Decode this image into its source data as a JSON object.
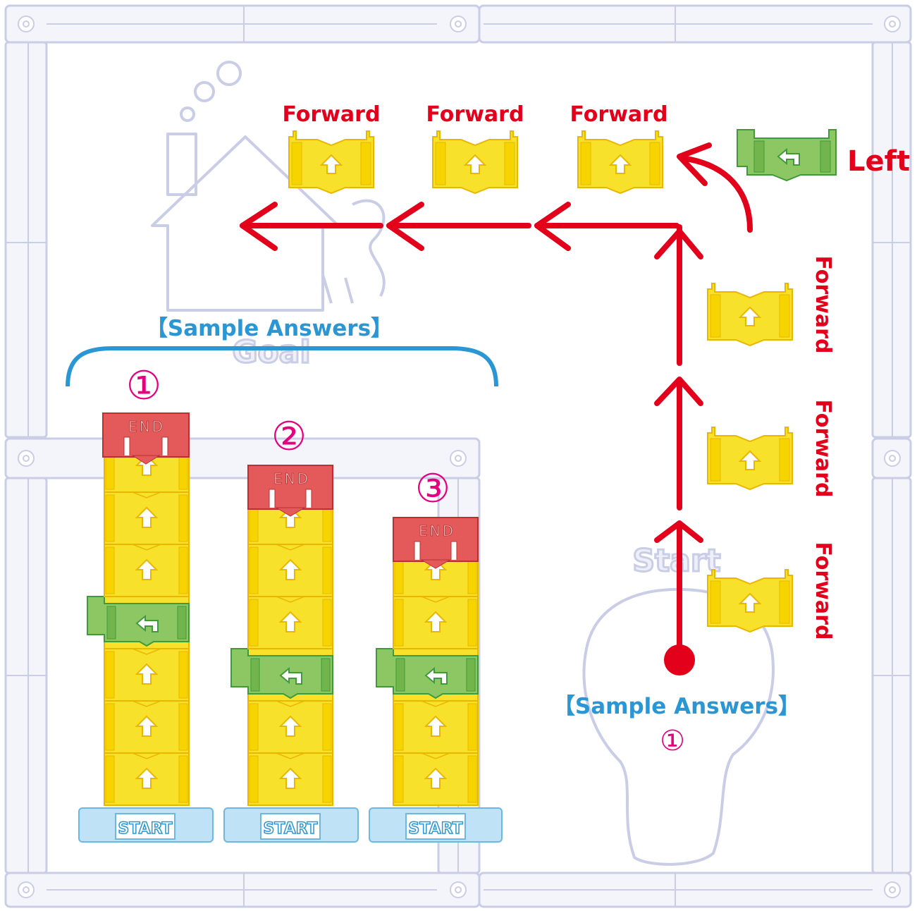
{
  "colors": {
    "frame": "#c9cde6",
    "frame_fill": "#f4f5fb",
    "route": "#e2001a",
    "label_red": "#e2001a",
    "label_blue": "#2a96d3",
    "circle_magenta": "#e4007f",
    "block_yellow": "#f8e12a",
    "block_yellow_edge": "#e9b700",
    "block_green": "#8cc763",
    "block_green_edge": "#3f9a3a",
    "block_end": "#e45a5a",
    "block_start": "#bfe2f6",
    "ghost": "#c9cde6"
  },
  "map": {
    "goal_label": "Goal",
    "start_label": "Start"
  },
  "route_labels": {
    "forward_top_1": "Forward",
    "forward_top_2": "Forward",
    "forward_top_3": "Forward",
    "left": "Left",
    "forward_side_1": "Forward",
    "forward_side_2": "Forward",
    "forward_side_3": "Forward"
  },
  "sample_answers": {
    "heading": "【Sample Answers】",
    "heading_right": "【Sample Answers】",
    "right_number": "①",
    "stacks": [
      {
        "number": "①",
        "end_label": "END",
        "start_label": "START",
        "blocks": [
          "forward-icon",
          "forward-icon",
          "forward-icon",
          "left-turn-icon",
          "forward-icon",
          "forward-icon",
          "forward-icon"
        ]
      },
      {
        "number": "②",
        "end_label": "END",
        "start_label": "START",
        "blocks": [
          "forward-icon",
          "forward-icon",
          "forward-icon",
          "left-turn-icon",
          "forward-icon",
          "forward-icon"
        ]
      },
      {
        "number": "③",
        "end_label": "END",
        "start_label": "START",
        "blocks": [
          "forward-icon",
          "forward-icon",
          "left-turn-icon",
          "forward-icon",
          "forward-icon"
        ]
      }
    ]
  }
}
